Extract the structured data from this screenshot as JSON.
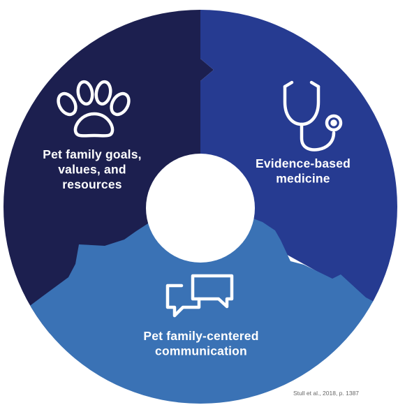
{
  "segments": [
    {
      "id": "goals",
      "label_lines": [
        "Pet family goals,",
        "values, and",
        "resources"
      ],
      "color": "#1c1f4f",
      "icon": "paw-icon"
    },
    {
      "id": "evidence",
      "label_lines": [
        "Evidence-based",
        "medicine"
      ],
      "color": "#263b91",
      "icon": "stethoscope-icon"
    },
    {
      "id": "communication",
      "label_lines": [
        "Pet family-centered",
        "communication"
      ],
      "color": "#3a72b5",
      "icon": "speech-bubbles-icon"
    }
  ],
  "center_color": "#ffffff",
  "citation": "Stull et al., 2018, p. 1387"
}
